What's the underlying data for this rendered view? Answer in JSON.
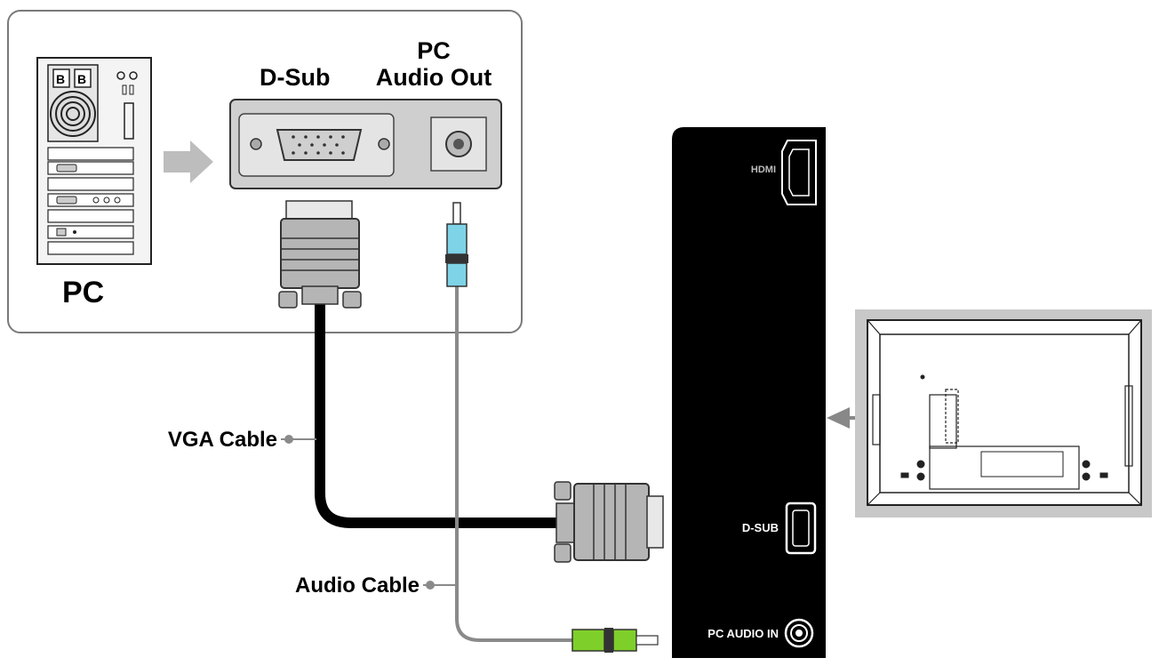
{
  "labels": {
    "pc": "PC",
    "dsub": "D-Sub",
    "pc_audio_out_line1": "PC",
    "pc_audio_out_line2": "Audio Out",
    "vga_cable": "VGA Cable",
    "audio_cable": "Audio Cable",
    "hdmi": "HDMI",
    "dsub_port": "D-SUB",
    "pc_audio_in": "PC AUDIO IN"
  },
  "colors": {
    "panel_border": "#7a7a7a",
    "connector_gray": "#a8a8a8",
    "tv_panel": "#000000",
    "audio_plug_cyan": "#7fd3e6",
    "audio_plug_green": "#7fcf2a",
    "arrow_gray": "#bdbdbd",
    "thumbnail_bg": "#c8c8c8"
  },
  "icons": [
    "pc-tower-icon",
    "right-arrow-icon",
    "dsub-port-icon",
    "audio-jack-icon",
    "vga-plug-icon",
    "audio-plug-icon",
    "hdmi-port-icon",
    "tv-back-thumbnail-icon",
    "left-arrow-icon"
  ]
}
